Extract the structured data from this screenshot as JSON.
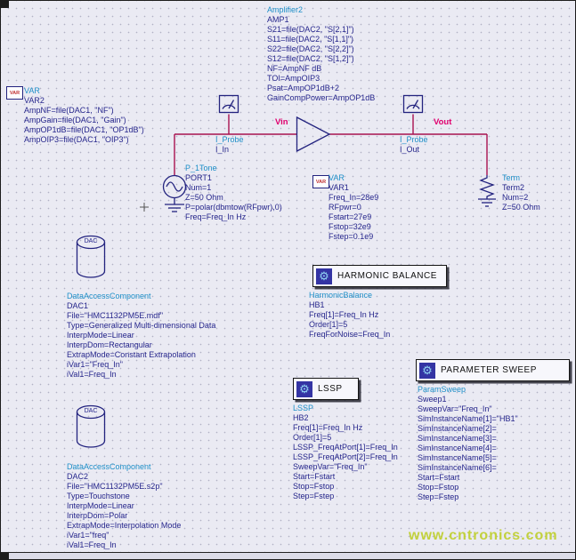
{
  "colors": {
    "bg": "#eaeaf3",
    "navy": "#26268c",
    "teal": "#1e8fc8",
    "wire": "#a81250",
    "symbol": "#23237f",
    "node": "#e0006e",
    "watermark": "#bfcf2e",
    "boxborder": "#141414"
  },
  "icons": {
    "gear": "⚙"
  },
  "watermark": "www.cntronics.com",
  "nodes": {
    "in": "Vin",
    "out": "Vout"
  },
  "components": {
    "var2": {
      "icon_label": "VAR",
      "type": "VAR",
      "name": "VAR2",
      "params": [
        "AmpNF=file(DAC1, \"NF\")",
        "AmpGain=file(DAC1, \"Gain\")",
        "AmpOP1dB=file(DAC1, \"OP1dB\")",
        "AmpOIP3=file(DAC1, \"OIP3\")"
      ]
    },
    "amp": {
      "type": "Amplifier2",
      "name": "AMP1",
      "params": [
        "S21=file(DAC2, \"S[2,1]\")",
        "S11=file(DAC2, \"S[1,1]\")",
        "S22=file(DAC2, \"S[2,2]\")",
        "S12=file(DAC2, \"S[1,2]\")",
        "NF=AmpNF dB",
        "TOI=AmpOIP3",
        "Psat=AmpOP1dB+2",
        "GainCompPower=AmpOP1dB"
      ]
    },
    "probe_in": {
      "type": "I_Probe",
      "name": "I_In"
    },
    "probe_out": {
      "type": "I_Probe",
      "name": "I_Out"
    },
    "port1": {
      "type": "P_1Tone",
      "name": "PORT1",
      "params": [
        "Num=1",
        "Z=50 Ohm",
        "P=polar(dbmtow(RFpwr),0)",
        "Freq=Freq_In Hz"
      ]
    },
    "var1": {
      "icon_label": "VAR",
      "type": "VAR",
      "name": "VAR1",
      "params": [
        "Freq_In=28e9",
        "RFpwr=0",
        "Fstart=27e9",
        "Fstop=32e9",
        "Fstep=0.1e9"
      ]
    },
    "term2": {
      "type": "Term",
      "name": "Term2",
      "params": [
        "Num=2",
        "Z=50 Ohm"
      ]
    },
    "dac1": {
      "symbol_label": "DAC",
      "type": "DataAccessComponent",
      "name": "DAC1",
      "params": [
        "File=\"HMC1132PM5E.mdf\"",
        "Type=Generalized Multi-dimensional Data",
        "InterpMode=Linear",
        "InterpDom=Rectangular",
        "ExtrapMode=Constant Extrapolation",
        "iVar1=\"Freq_In\"",
        "iVal1=Freq_In"
      ]
    },
    "dac2": {
      "symbol_label": "DAC",
      "type": "DataAccessComponent",
      "name": "DAC2",
      "params": [
        "File=\"HMC1132PM5E.s2p\"",
        "Type=Touchstone",
        "InterpMode=Linear",
        "InterpDom=Polar",
        "ExtrapMode=Interpolation Mode",
        "iVar1=\"freq\"",
        "iVal1=Freq_In"
      ]
    },
    "hb": {
      "title": "HARMONIC BALANCE",
      "type": "HarmonicBalance",
      "name": "HB1",
      "params": [
        "Freq[1]=Freq_In Hz",
        "Order[1]=5",
        "FreqForNoise=Freq_In"
      ]
    },
    "lssp": {
      "title": "LSSP",
      "type": "LSSP",
      "name": "HB2",
      "params": [
        "Freq[1]=Freq_In Hz",
        "Order[1]=5",
        "LSSP_FreqAtPort[1]=Freq_In",
        "LSSP_FreqAtPort[2]=Freq_In",
        "SweepVar=\"Freq_In\"",
        "Start=Fstart",
        "Stop=Fstop",
        "Step=Fstep"
      ]
    },
    "sweep": {
      "title": "PARAMETER SWEEP",
      "type": "ParamSweep",
      "name": "Sweep1",
      "params": [
        "SweepVar=\"Freq_In\"",
        "SimInstanceName[1]=\"HB1\"",
        "SimInstanceName[2]=",
        "SimInstanceName[3]=",
        "SimInstanceName[4]=",
        "SimInstanceName[5]=",
        "SimInstanceName[6]=",
        "Start=Fstart",
        "Stop=Fstop",
        "Step=Fstep"
      ]
    }
  }
}
